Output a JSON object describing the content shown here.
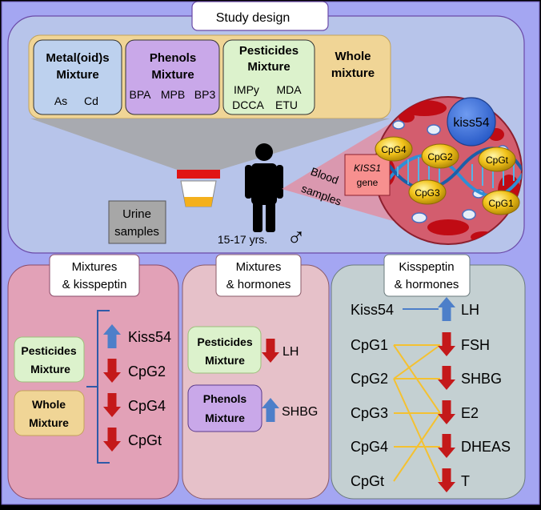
{
  "study_design": {
    "title": "Study design",
    "metals": {
      "title": [
        "Metal(oid)s",
        "Mixture"
      ],
      "items": [
        "As",
        "Cd"
      ]
    },
    "phenols": {
      "title": [
        "Phenols",
        "Mixture"
      ],
      "items": [
        "BPA",
        "MPB",
        "BP3"
      ]
    },
    "pesticides": {
      "title": [
        "Pesticides",
        "Mixture"
      ],
      "items": [
        "IMPy",
        "MDA",
        "DCCA",
        "ETU"
      ]
    },
    "whole": {
      "title": [
        "Whole",
        "mixture"
      ]
    },
    "urine": [
      "Urine",
      "samples"
    ],
    "blood": [
      "Blood",
      "samples"
    ],
    "age": "15-17 yrs.",
    "sex_symbol": "♂",
    "kiss54": "kiss54",
    "gene": [
      "KISS1",
      "gene"
    ],
    "cpg": {
      "cpg4": "CpG4",
      "cpg2": "CpG2",
      "cpgt": "CpGt",
      "cpg3": "CpG3",
      "cpg1": "CpG1"
    }
  },
  "panel_left": {
    "title": [
      "Mixtures",
      "& kisspeptin"
    ],
    "pesticides": [
      "Pesticides",
      "Mixture"
    ],
    "whole": [
      "Whole",
      "Mixture"
    ],
    "outcomes": [
      {
        "label": "Kiss54",
        "direction": "up"
      },
      {
        "label": "CpG2",
        "direction": "down"
      },
      {
        "label": "CpG4",
        "direction": "down"
      },
      {
        "label": "CpGt",
        "direction": "down"
      }
    ]
  },
  "panel_mid": {
    "title": [
      "Mixtures",
      "& hormones"
    ],
    "pesticides": [
      "Pesticides",
      "Mixture"
    ],
    "pesticides_outcome": {
      "label": "LH",
      "direction": "down"
    },
    "phenols": [
      "Phenols",
      "Mixture"
    ],
    "phenols_outcome": {
      "label": "SHBG",
      "direction": "up"
    }
  },
  "panel_right": {
    "title": [
      "Kisspeptin",
      "& hormones"
    ],
    "left": [
      "Kiss54",
      "CpG1",
      "CpG2",
      "CpG3",
      "CpG4",
      "CpGt"
    ],
    "right": [
      {
        "label": "LH",
        "direction": "up"
      },
      {
        "label": "FSH",
        "direction": "down"
      },
      {
        "label": "SHBG",
        "direction": "down"
      },
      {
        "label": "E2",
        "direction": "down"
      },
      {
        "label": "DHEAS",
        "direction": "down"
      },
      {
        "label": "T",
        "direction": "down"
      }
    ]
  },
  "colors": {
    "frame": "#a4a6f2",
    "design_bg": "#b7c4ea",
    "mixture_band": "#f0d596",
    "metals": "#bdd1ee",
    "phenols": "#c9a8e9",
    "pesticides": "#dcf2cc",
    "panel_left": "#e2a1b7",
    "panel_mid": "#e6c1c9",
    "panel_right": "#c4d0d2",
    "arrow_up": "#4d7fc9",
    "arrow_down": "#c4191a",
    "link_line": "#f4c131"
  }
}
